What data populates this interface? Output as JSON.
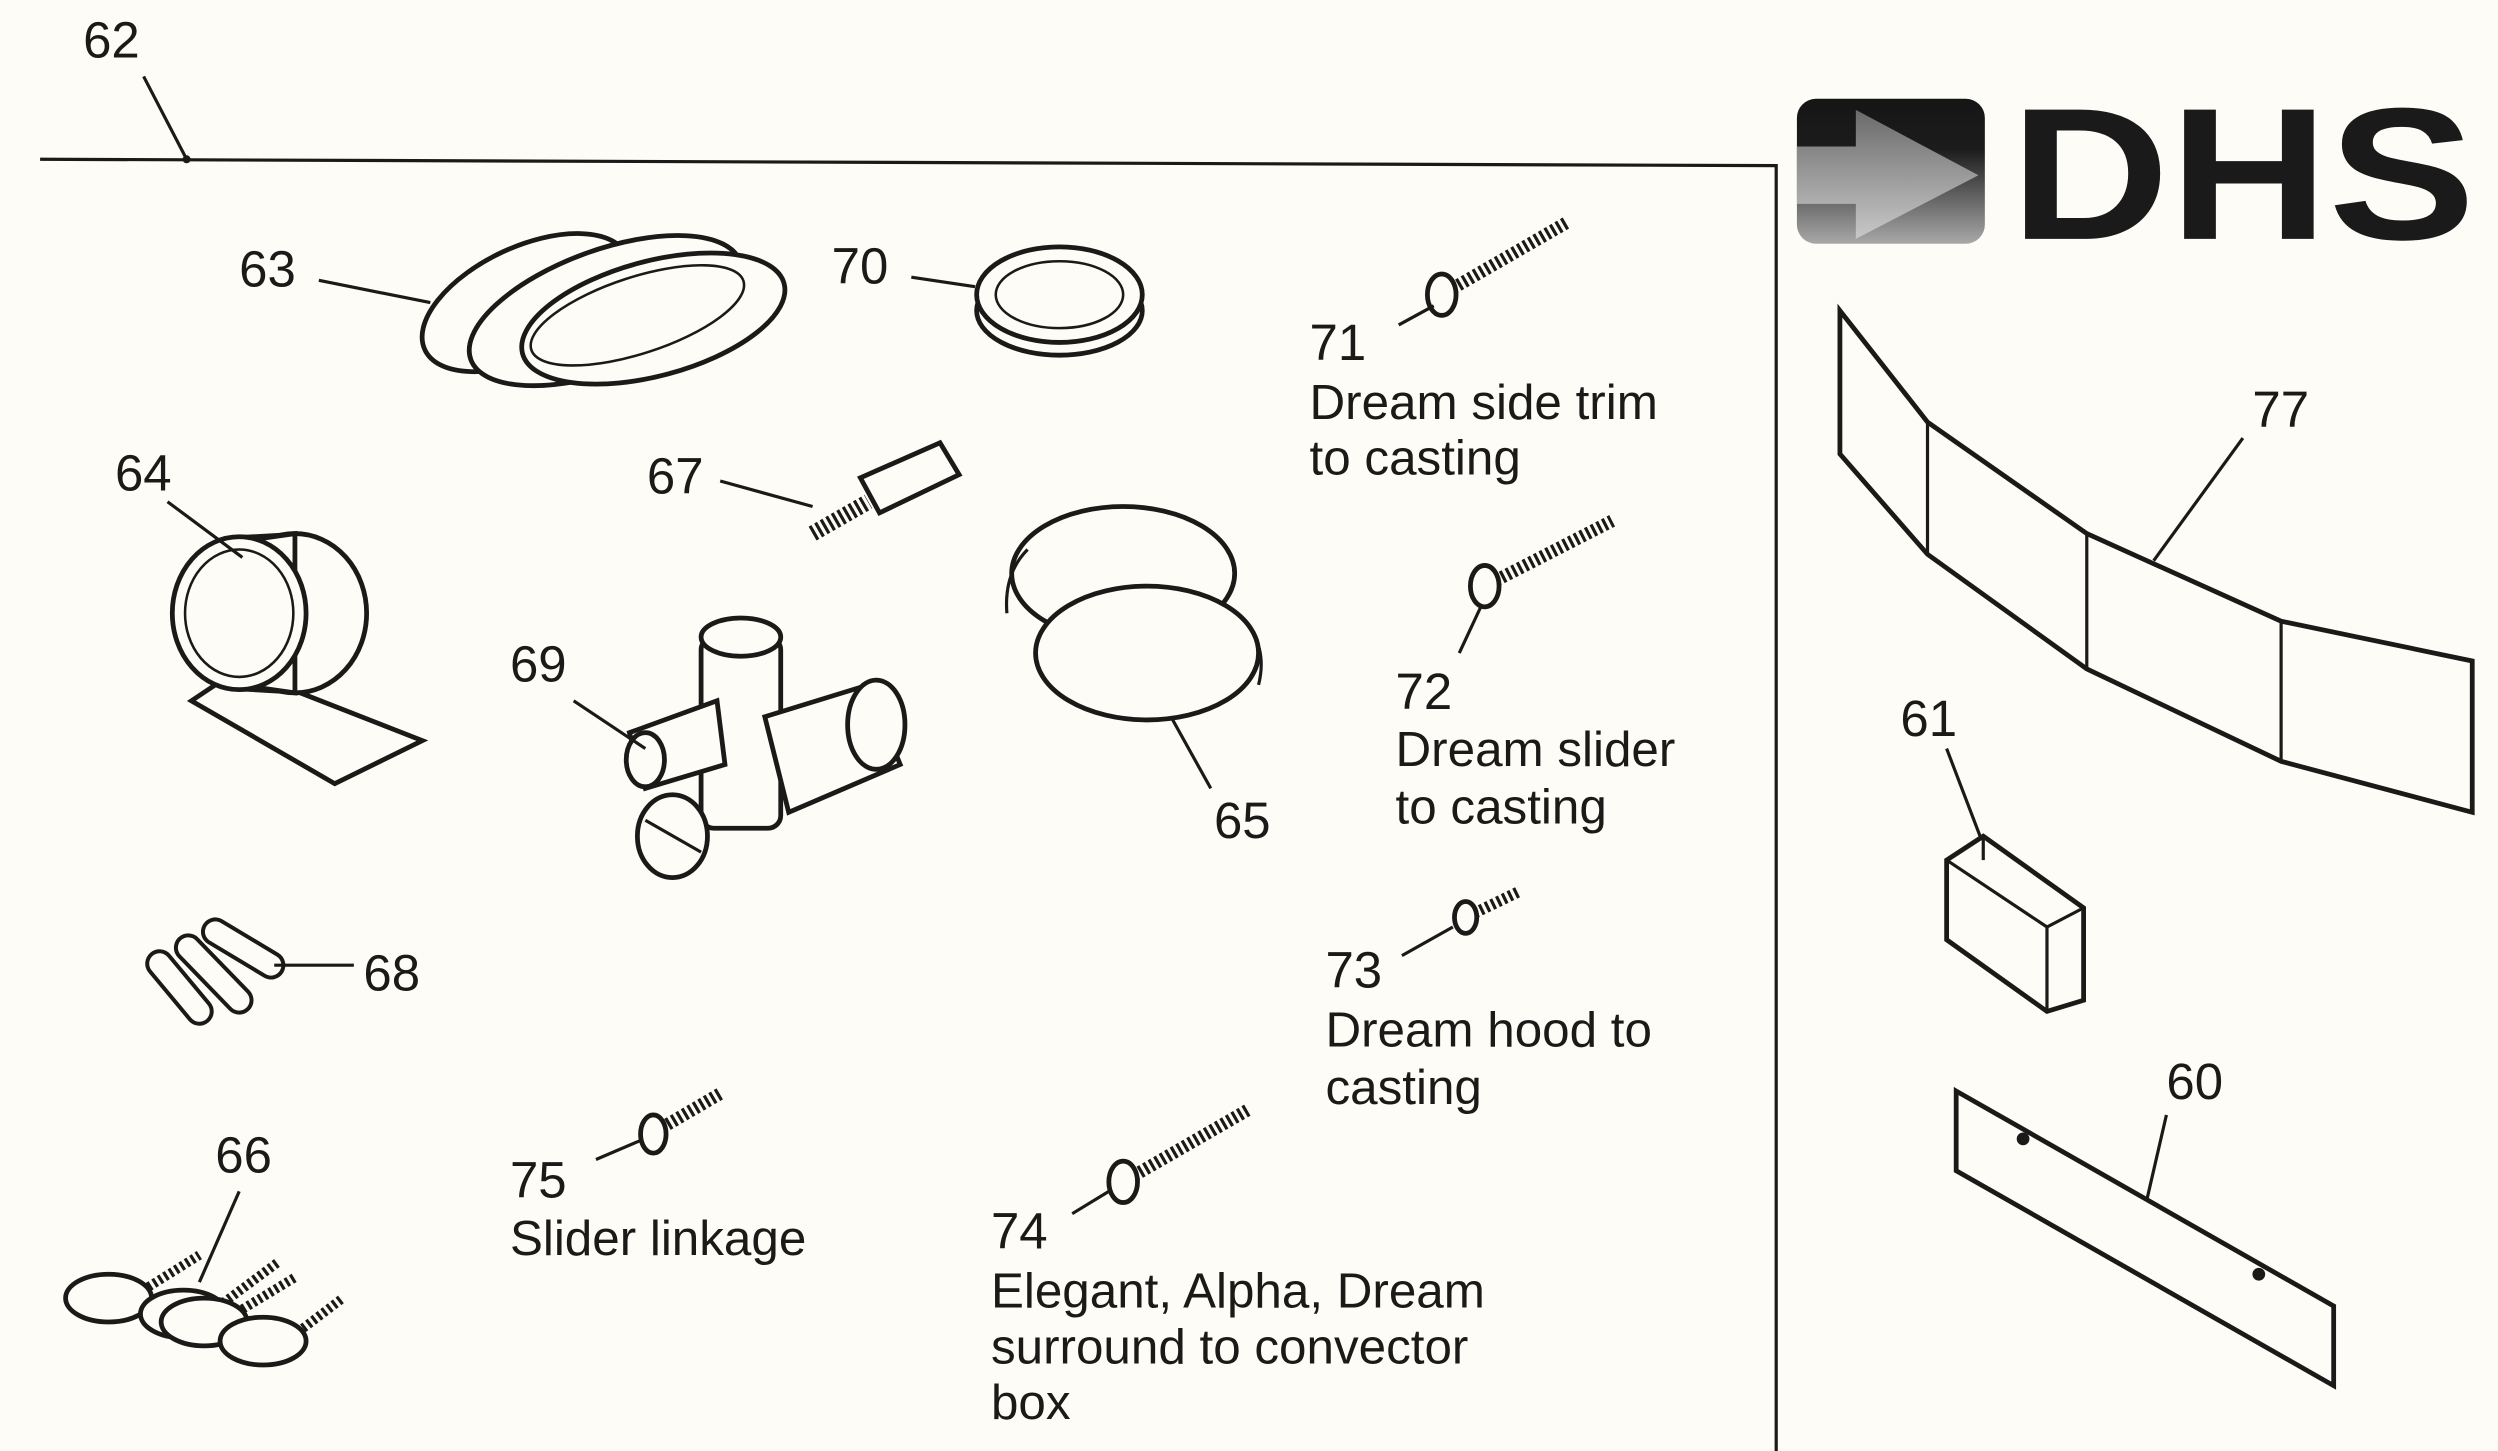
{
  "logo": {
    "text": "DHS"
  },
  "callouts": {
    "p62": "62",
    "p63": "63",
    "p64": "64",
    "p65": "65",
    "p66": "66",
    "p67": "67",
    "p68": "68",
    "p69": "69",
    "p70": "70",
    "p71": "71",
    "p72": "72",
    "p73": "73",
    "p74": "74",
    "p75": "75",
    "p77": "77",
    "p61": "61",
    "p60": "60"
  },
  "descriptions": {
    "p71": [
      "Dream side trim",
      "to casting"
    ],
    "p72": [
      "Dream slider",
      "to casting"
    ],
    "p73": [
      "Dream hood to",
      "casting"
    ],
    "p74": [
      "Elegant, Alpha, Dream",
      "surround to convector",
      "box"
    ],
    "p75": [
      "Slider linkage"
    ]
  }
}
